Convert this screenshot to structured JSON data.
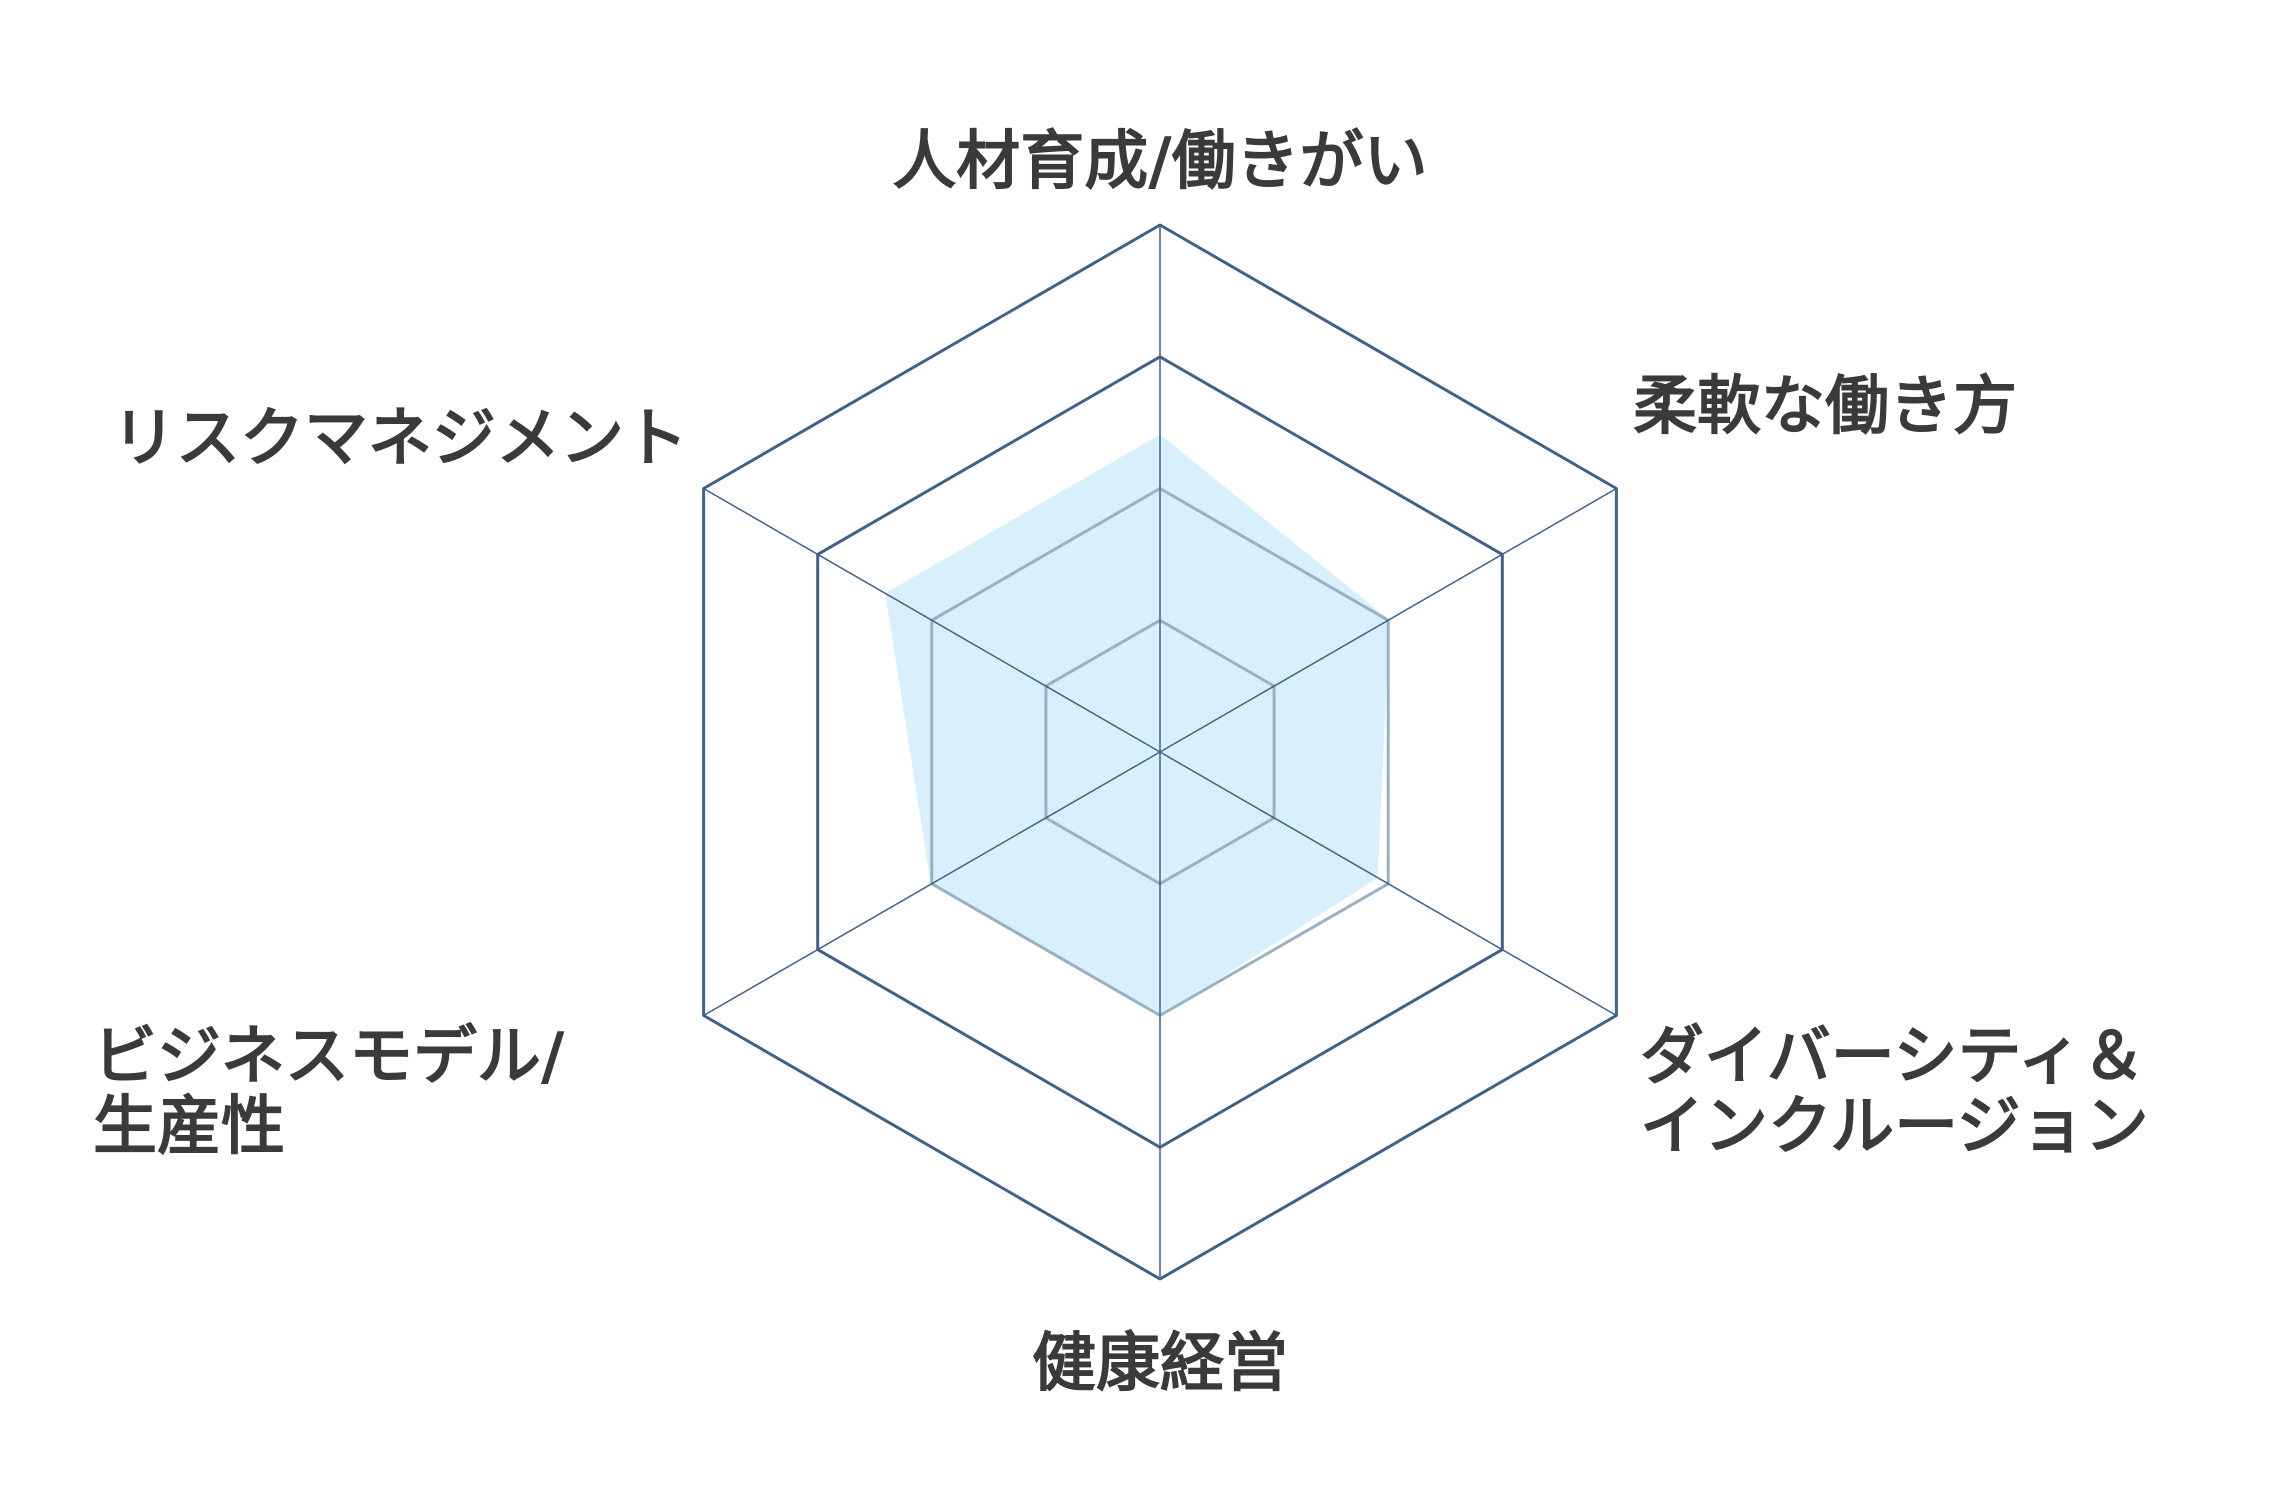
{
  "chart_data": {
    "type": "radar",
    "axes": [
      {
        "label_lines": [
          "人材育成/働きがい"
        ]
      },
      {
        "label_lines": [
          "柔軟な働き方"
        ]
      },
      {
        "label_lines": [
          "ダイバーシティ＆",
          "インクルージョン"
        ]
      },
      {
        "label_lines": [
          "健康経営"
        ]
      },
      {
        "label_lines": [
          "ビジネスモデル/",
          "生産性"
        ]
      },
      {
        "label_lines": [
          "リスクマネジメント"
        ]
      }
    ],
    "levels": 4,
    "max": 4,
    "series": [
      {
        "values": [
          2.4,
          2.0,
          1.9,
          2.0,
          2.0,
          2.4
        ]
      }
    ],
    "colors": {
      "fill": "#d8f0fb",
      "stroke": "#8fb6cf",
      "grid_outer": "#3f6288",
      "grid_inner": "#9ab0c3",
      "label": "#3a3a3a"
    }
  }
}
